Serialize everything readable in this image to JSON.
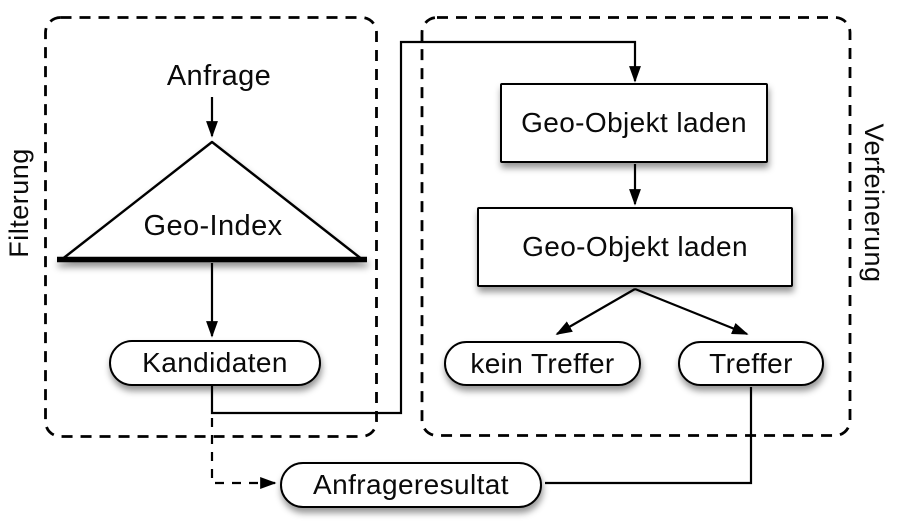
{
  "diagram": {
    "title": "Geo query filtering and refinement flowchart",
    "colors": {
      "background": "#ffffff",
      "stroke": "#000000",
      "node_fill": "#ffffff"
    },
    "regions": {
      "filterung": {
        "label": "Filterung",
        "border_style": "dashed"
      },
      "verfeinerung": {
        "label": "Verfeinerung",
        "border_style": "dashed"
      }
    },
    "nodes": {
      "anfrage": {
        "label": "Anfrage",
        "shape": "plain-text"
      },
      "geo_index": {
        "label": "Geo-Index",
        "shape": "triangle"
      },
      "kandidaten": {
        "label": "Kandidaten",
        "shape": "capsule"
      },
      "geo_objekt_laden_1": {
        "label": "Geo-Objekt laden",
        "shape": "rectangle"
      },
      "geo_objekt_laden_2": {
        "label": "Geo-Objekt laden",
        "shape": "rectangle"
      },
      "kein_treffer": {
        "label": "kein Treffer",
        "shape": "capsule"
      },
      "treffer": {
        "label": "Treffer",
        "shape": "capsule"
      },
      "anfrageresultat": {
        "label": "Anfrageresultat",
        "shape": "capsule"
      }
    },
    "edges": [
      {
        "from": "anfrage",
        "to": "geo_index",
        "style": "solid-arrow"
      },
      {
        "from": "geo_index",
        "to": "kandidaten",
        "style": "solid-arrow"
      },
      {
        "from": "kandidaten",
        "to": "geo_objekt_laden_1",
        "style": "solid-arrow"
      },
      {
        "from": "geo_objekt_laden_1",
        "to": "geo_objekt_laden_2",
        "style": "solid-arrow"
      },
      {
        "from": "geo_objekt_laden_2",
        "to": "kein_treffer",
        "style": "solid-arrow"
      },
      {
        "from": "geo_objekt_laden_2",
        "to": "treffer",
        "style": "solid-arrow"
      },
      {
        "from": "treffer",
        "to": "anfrageresultat",
        "style": "solid-line"
      },
      {
        "from": "kandidaten",
        "to": "anfrageresultat",
        "style": "dashed-arrow"
      }
    ]
  }
}
